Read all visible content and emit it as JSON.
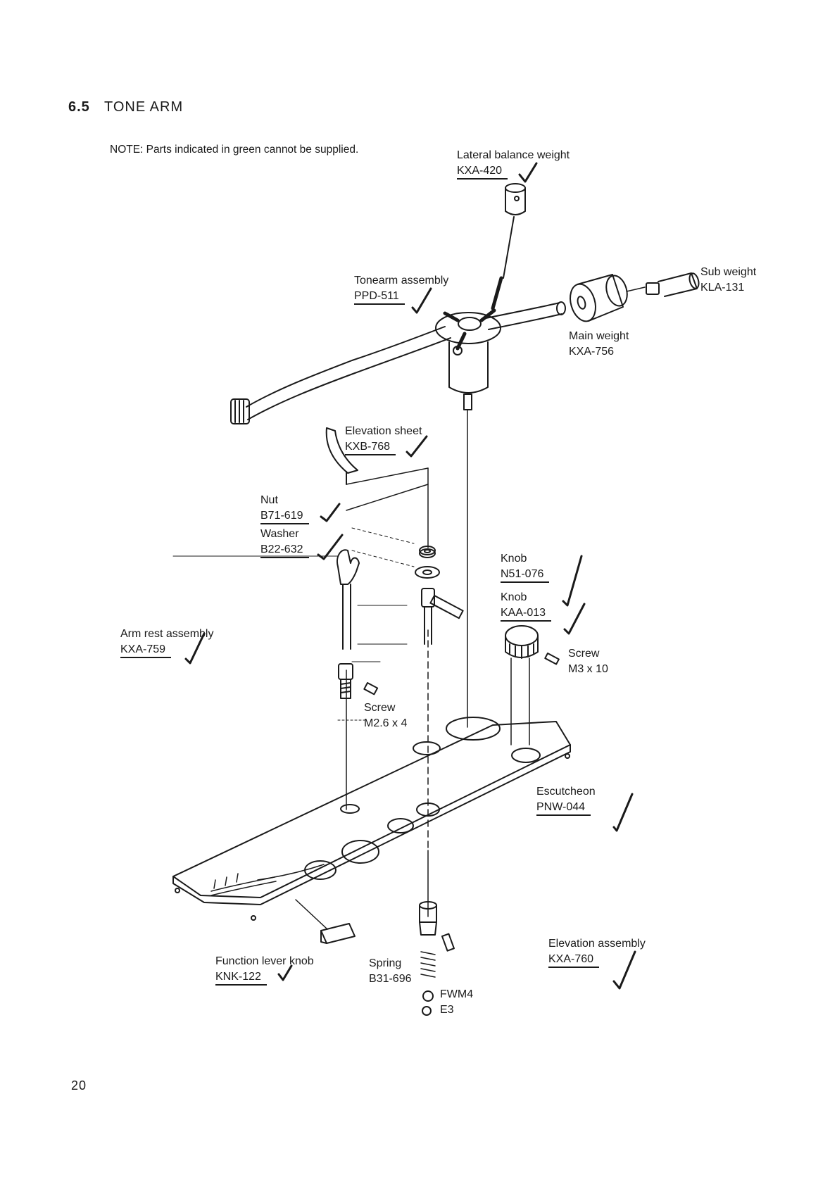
{
  "section": {
    "number": "6.5",
    "title": "TONE ARM"
  },
  "note": "NOTE:  Parts indicated in green cannot be supplied.",
  "page_number": "20",
  "parts": {
    "lateral_weight": {
      "name": "Lateral balance weight",
      "code": "KXA-420"
    },
    "tonearm": {
      "name": "Tonearm assembly",
      "code": "PPD-511"
    },
    "sub_weight": {
      "name": "Sub weight",
      "code": "KLA-131"
    },
    "main_weight": {
      "name": "Main weight",
      "code": "KXA-756"
    },
    "elevation_sheet": {
      "name": "Elevation sheet",
      "code": "KXB-768"
    },
    "nut": {
      "name": "Nut",
      "code": "B71-619"
    },
    "washer": {
      "name": "Washer",
      "code": "B22-632"
    },
    "knob1": {
      "name": "Knob",
      "code": "N51-076"
    },
    "knob2": {
      "name": "Knob",
      "code": "KAA-013"
    },
    "arm_rest": {
      "name": "Arm rest assembly",
      "code": "KXA-759"
    },
    "screw1": {
      "name": "Screw",
      "code": "M3 x 10"
    },
    "screw2": {
      "name": "Screw",
      "code": "M2.6 x 4"
    },
    "escutcheon": {
      "name": "Escutcheon",
      "code": "PNW-044"
    },
    "elevation_assembly": {
      "name": "Elevation assembly",
      "code": "KXA-760"
    },
    "function_knob": {
      "name": "Function lever knob",
      "code": "KNK-122"
    },
    "spring": {
      "name": "Spring",
      "code": "B31-696"
    },
    "fwm4": {
      "name": "FWM4"
    },
    "e3": {
      "name": "E3"
    }
  }
}
